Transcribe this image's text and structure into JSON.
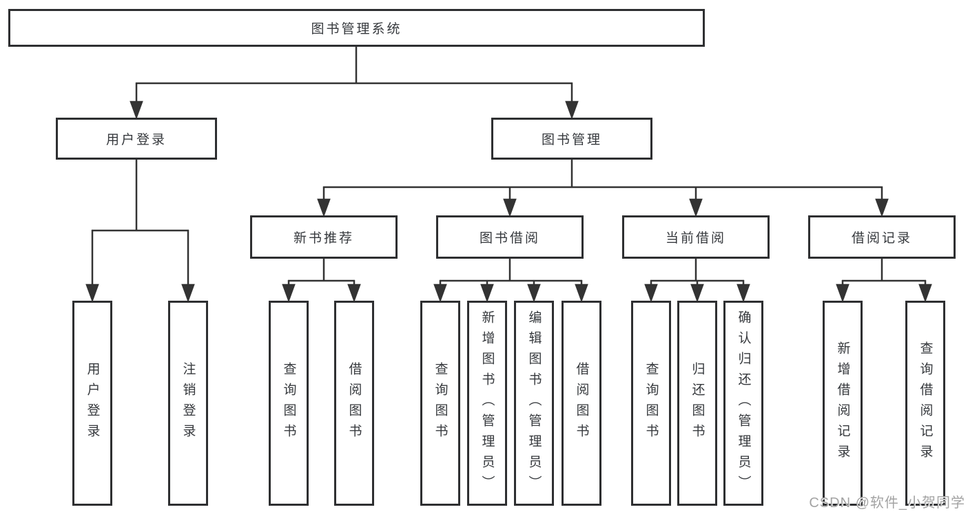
{
  "diagram": {
    "root": {
      "label": "图书管理系统"
    },
    "user_login": {
      "label": "用户登录",
      "children": [
        {
          "label": "用户登录"
        },
        {
          "label": "注销登录"
        }
      ]
    },
    "book_mgmt": {
      "label": "图书管理",
      "children": [
        {
          "label": "新书推荐",
          "children": [
            {
              "label": "查询图书"
            },
            {
              "label": "借阅图书"
            }
          ]
        },
        {
          "label": "图书借阅",
          "children": [
            {
              "label": "查询图书"
            },
            {
              "label": "新增图书（管理员）"
            },
            {
              "label": "编辑图书（管理员）"
            },
            {
              "label": "借阅图书"
            }
          ]
        },
        {
          "label": "当前借阅",
          "children": [
            {
              "label": "查询图书"
            },
            {
              "label": "归还图书"
            },
            {
              "label": "确认归还（管理员）"
            }
          ]
        },
        {
          "label": "借阅记录",
          "children": [
            {
              "label": "新增借阅记录"
            },
            {
              "label": "查询借阅记录"
            }
          ]
        }
      ]
    },
    "line_color": "#333333"
  },
  "watermark": {
    "text": "CSDN @软件_小贺同学"
  }
}
